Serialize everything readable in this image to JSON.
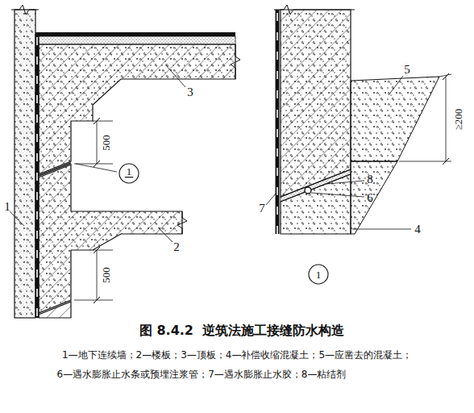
{
  "diagram": {
    "caption": "图 8.4.2  逆筑法施工接缝防水构造",
    "nodes": [
      {
        "text": [
          "1"
        ]
      },
      {
        "text": [
          "1"
        ]
      }
    ],
    "labels": [
      "1",
      "3",
      "500",
      "500",
      "2",
      "5",
      "≥200",
      "8",
      "6",
      "7",
      "4",
      "1—地下连续墙；2—楼板；3—顶板；4—补偿收缩混凝土；5—应凿去的混凝土；",
      "6—遇水膨胀止水条或预埋注浆管；7—遇水膨胀止水胶；8—粘结剂"
    ]
  }
}
